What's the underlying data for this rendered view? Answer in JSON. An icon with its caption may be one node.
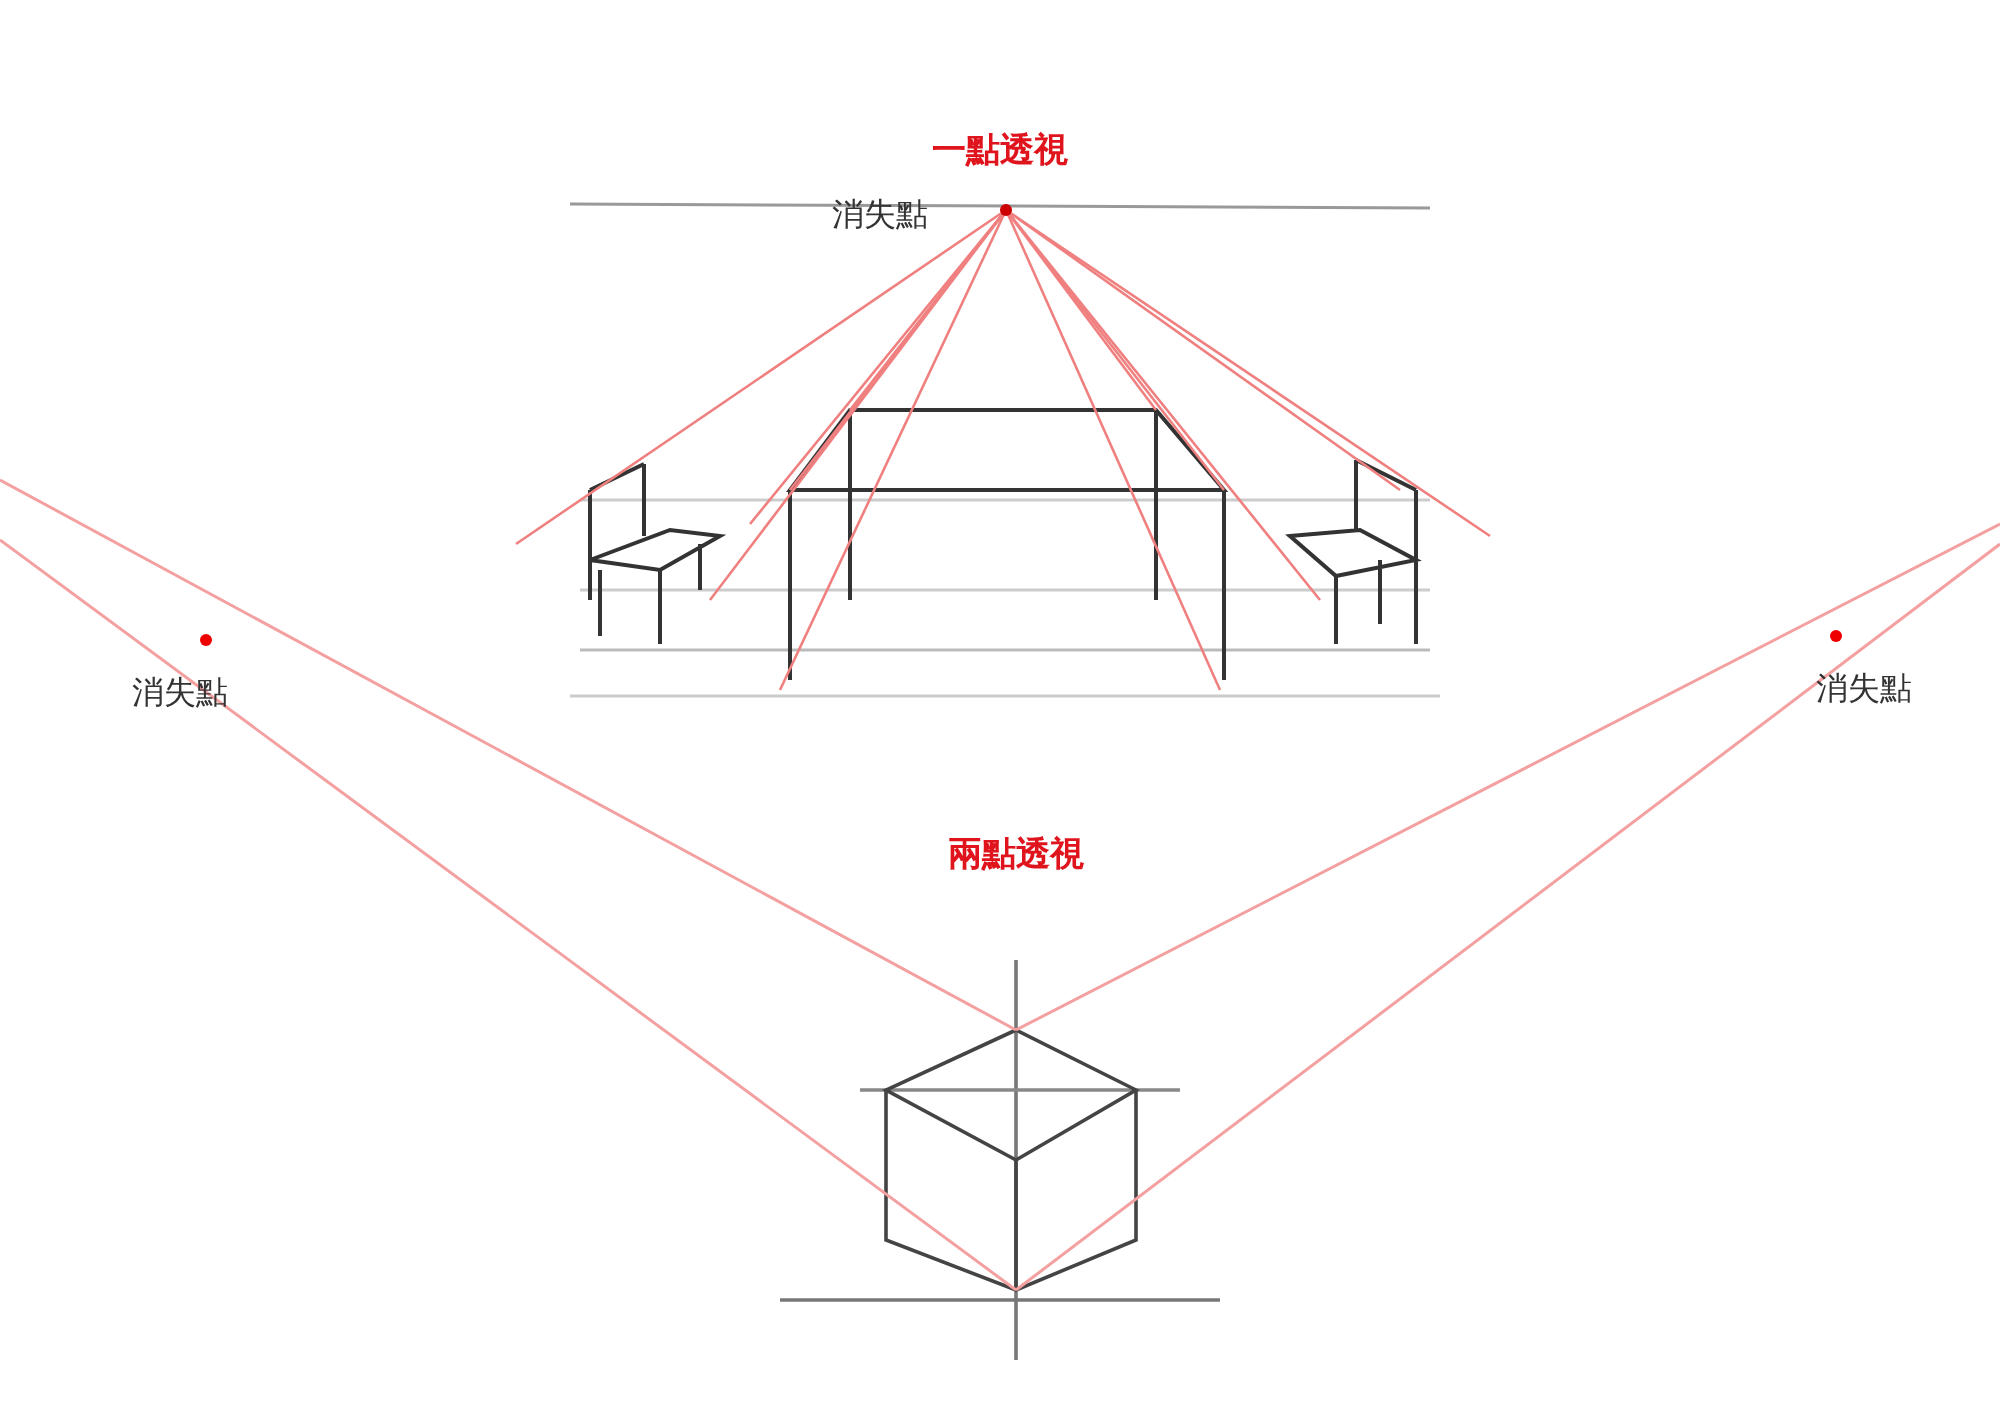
{
  "diagram": {
    "labels": [
      "一點透視",
      "消失點",
      "消失點",
      "消失點",
      "兩點透視"
    ]
  }
}
